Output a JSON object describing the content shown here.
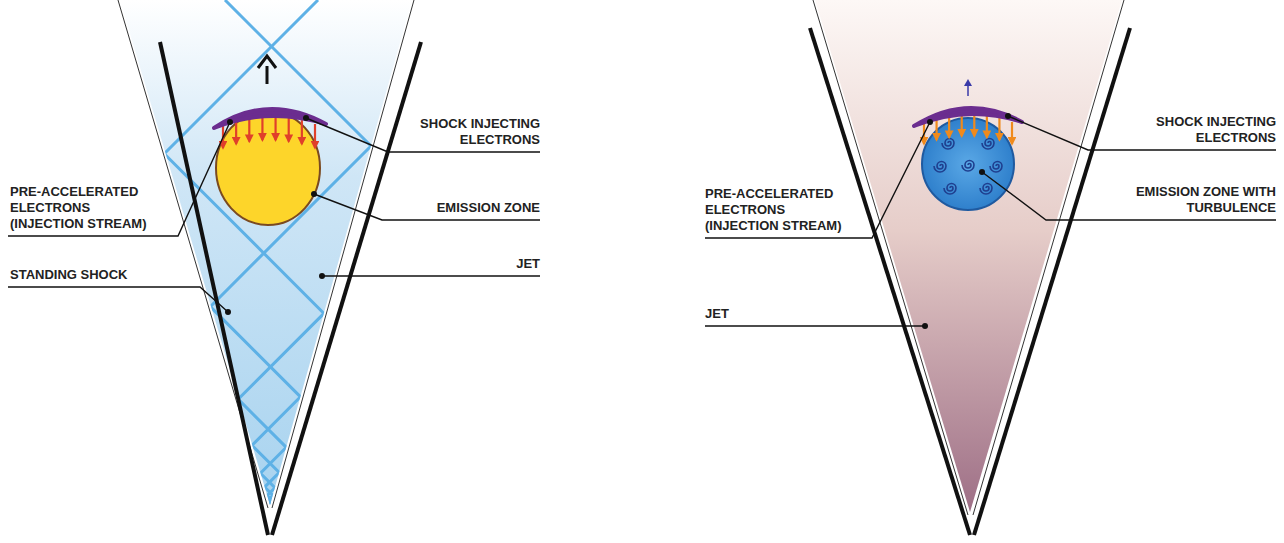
{
  "diagram": {
    "labels": [
      "SHOCK INJECTING ELECTRONS",
      "PRE-ACCELERATED ELECTRONS (INJECTION STREAM)",
      "EMISSION ZONE",
      "JET",
      "STANDING SHOCK",
      "SHOCK INJECTING ELECTRONS",
      "PRE-ACCELERATED ELECTRONS (INJECTION STREAM)",
      "EMISSION ZONE WITH TURBULENCE",
      "JET"
    ]
  }
}
